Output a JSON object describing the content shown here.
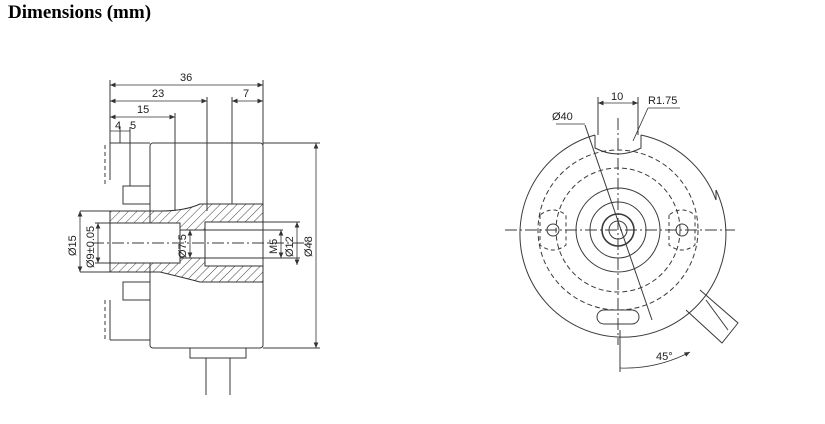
{
  "heading": "Dimensions (mm)",
  "side_view": {
    "dims": {
      "d36": "36",
      "d23": "23",
      "d7": "7",
      "d15": "15",
      "d4": "4",
      "d5": "5",
      "dia15": "Ø15",
      "dia9": "Ø9±0.05",
      "dia7_5": "Ø7.5",
      "m5": "M5",
      "dia12": "Ø12",
      "dia48": "Ø48"
    }
  },
  "front_view": {
    "dims": {
      "d10": "10",
      "r175": "R1.75",
      "dia40": "Ø40",
      "angle45": "45°"
    }
  },
  "colors": {
    "line": "#3a3a3a",
    "hatch": "#444444"
  }
}
